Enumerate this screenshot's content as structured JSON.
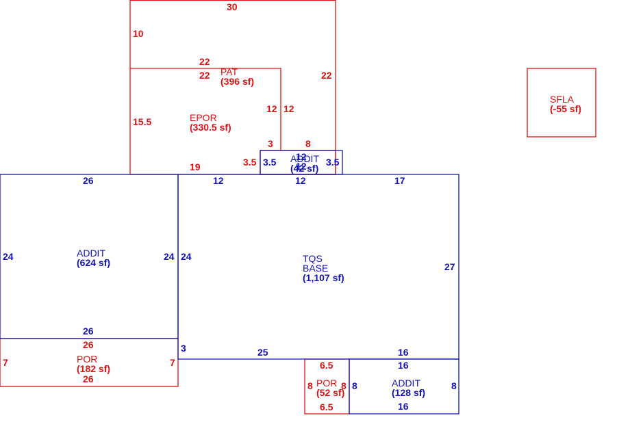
{
  "colors": {
    "red": "#dd1111",
    "blue": "#1111bb",
    "background": "#ffffff"
  },
  "areas": {
    "pat": {
      "name": "PAT",
      "area": "(396 sf)"
    },
    "epor": {
      "name": "EPOR",
      "area": "(330.5 sf)"
    },
    "addit_small": {
      "name": "ADDIT",
      "area": "(42 sf)"
    },
    "addit_left": {
      "name": "ADDIT",
      "area": "(624 sf)"
    },
    "tqs": {
      "name1": "TQS",
      "name2": "BASE",
      "area": "(1,107 sf)"
    },
    "por_left": {
      "name": "POR",
      "area": "(182 sf)"
    },
    "por_small": {
      "name": "POR",
      "area": "(52 sf)"
    },
    "addit_br": {
      "name": "ADDIT",
      "area": "(128 sf)"
    },
    "sfla": {
      "name": "SFLA",
      "area": "(-55 sf)"
    }
  },
  "dims": {
    "pat_top": "30",
    "pat_left": "10",
    "pat_right": "22",
    "pat_mid_a": "22",
    "pat_mid_b": "22",
    "epor_left": "15.5",
    "epor_right_a": "12",
    "epor_right_b": "12",
    "epor_bottom": "19",
    "small_red_top_a": "3",
    "small_red_top_b": "8",
    "small_red_left": "3.5",
    "addit_small_left": "3.5",
    "addit_small_top": "12",
    "addit_small_center": "12",
    "addit_small_right": "3.5",
    "left_top": "26",
    "left_left": "24",
    "left_right": "24",
    "left_bottom": "26",
    "tqs_top_a": "12",
    "tqs_top_b": "12",
    "tqs_top_c": "17",
    "tqs_left": "24",
    "tqs_right": "27",
    "tqs_bottom_step": "3",
    "tqs_bottom_a": "25",
    "tqs_bottom_b": "16",
    "por_left_top": "26",
    "por_left_left": "7",
    "por_left_right": "7",
    "por_left_bottom": "26",
    "por_small_top": "6.5",
    "por_small_left": "8",
    "por_small_right": "8",
    "por_small_bottom": "6.5",
    "addit_br_top": "16",
    "addit_br_left": "8",
    "addit_br_right": "8",
    "addit_br_bottom": "16"
  }
}
